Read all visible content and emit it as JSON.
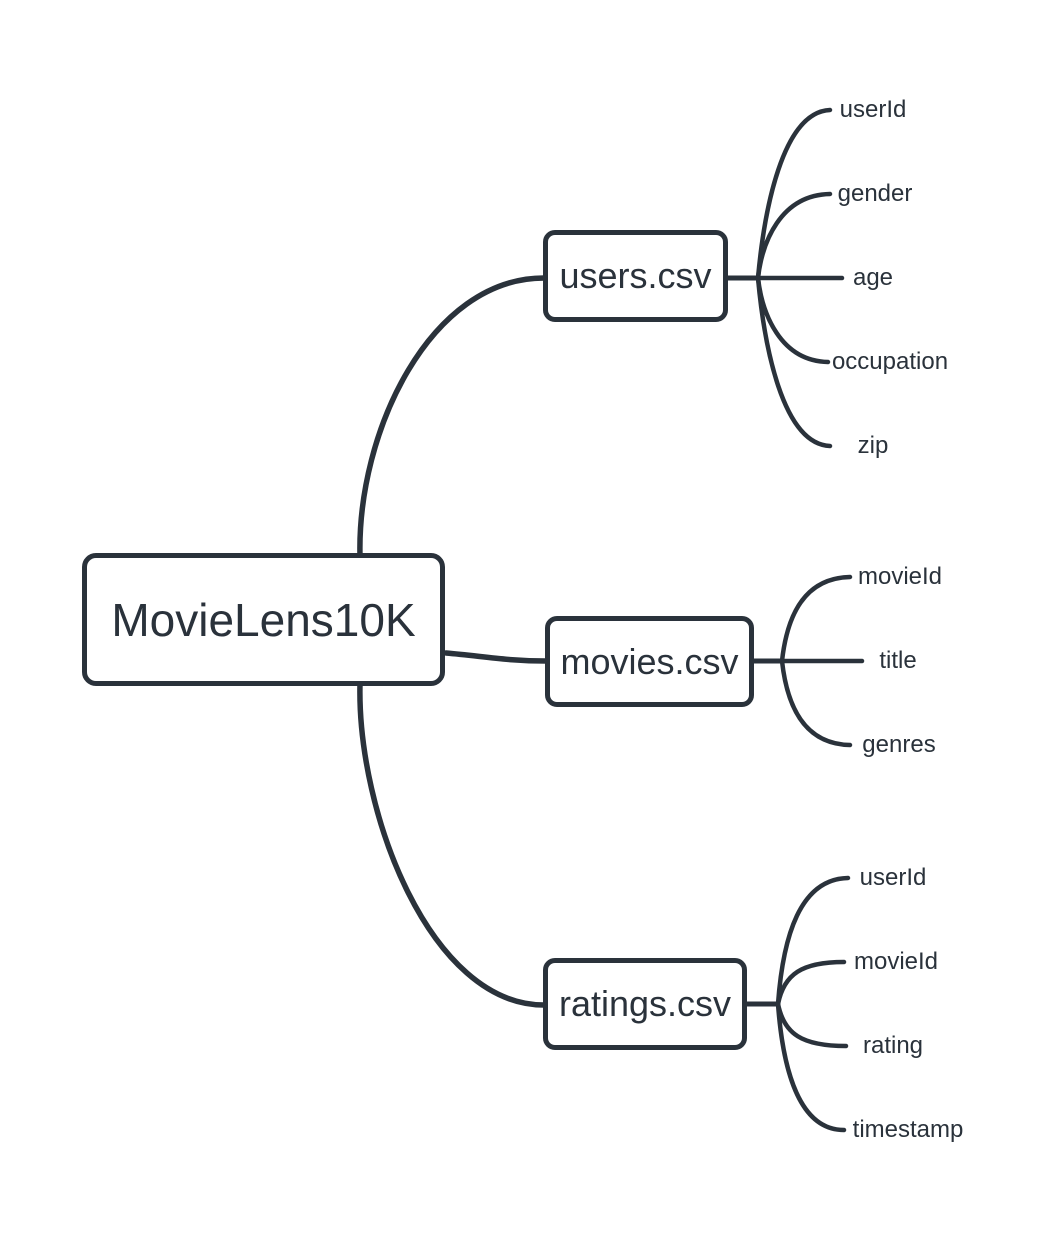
{
  "diagram": {
    "root": {
      "label": "MovieLens10K"
    },
    "branches": [
      {
        "label": "users.csv",
        "leaves": [
          "userId",
          "gender",
          "age",
          "occupation",
          "zip"
        ]
      },
      {
        "label": "movies.csv",
        "leaves": [
          "movieId",
          "title",
          "genres"
        ]
      },
      {
        "label": "ratings.csv",
        "leaves": [
          "userId",
          "movieId",
          "rating",
          "timestamp"
        ]
      }
    ],
    "colors": {
      "line": "#2a323b",
      "text": "#2a323b",
      "node_fill": "#ffffff",
      "background": "#ffffff"
    }
  }
}
